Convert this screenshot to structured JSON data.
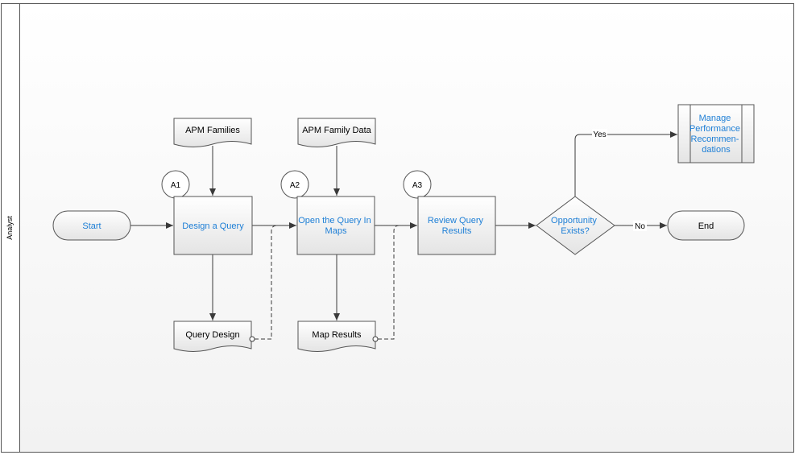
{
  "lane": {
    "label": "Analyst"
  },
  "nodes": {
    "start": {
      "label": "Start"
    },
    "end": {
      "label": "End"
    },
    "apm_families": {
      "label": "APM Families"
    },
    "apm_family_data": {
      "label": "APM Family Data"
    },
    "design_query": {
      "lines": [
        "Design a Query"
      ]
    },
    "open_query": {
      "lines": [
        "Open the Query In",
        "Maps"
      ]
    },
    "review_results": {
      "lines": [
        "Review Query",
        "Results"
      ]
    },
    "query_design": {
      "label": "Query Design"
    },
    "map_results": {
      "label": "Map Results"
    },
    "decision": {
      "lines": [
        "Opportunity",
        "Exists?"
      ]
    },
    "manage": {
      "lines": [
        "Manage",
        "Performance",
        "Recommen-",
        "dations"
      ]
    }
  },
  "markers": {
    "a1": "A1",
    "a2": "A2",
    "a3": "A3"
  },
  "edge_labels": {
    "yes": "Yes",
    "no": "No"
  },
  "colors": {
    "link_text": "#1e7fd6",
    "shape_stroke": "#555555",
    "lane_background": "#f8f8f8",
    "shape_fill": "#f3f3f3"
  }
}
